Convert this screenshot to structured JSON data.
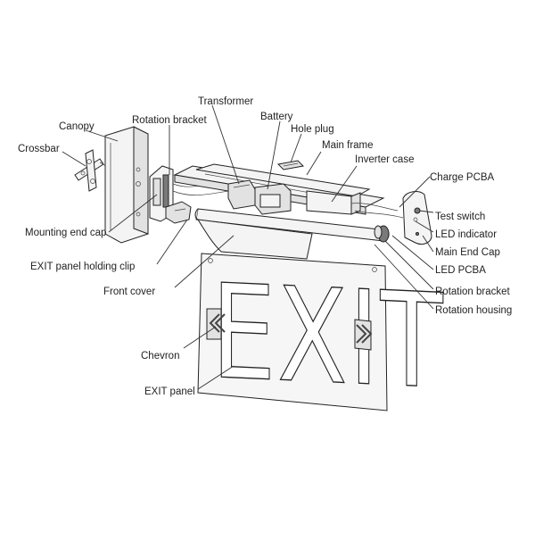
{
  "labels": {
    "transformer": "Transformer",
    "battery": "Battery",
    "canopy": "Canopy",
    "rotation_bracket_left": "Rotation bracket",
    "hole_plug": "Hole plug",
    "crossbar": "Crossbar",
    "main_frame": "Main frame",
    "inverter_case": "Inverter case",
    "charge_pcba": "Charge PCBA",
    "test_switch": "Test switch",
    "mounting_end_cap": "Mounting end cap",
    "led_indicator": "LED indicator",
    "main_end_cap": "Main End Cap",
    "exit_panel_holding_clip": "EXIT panel holding clip",
    "led_pcba": "LED PCBA",
    "rotation_bracket_right": "Rotation bracket",
    "front_cover": "Front cover",
    "rotation_housing": "Rotation housing",
    "chevron": "Chevron",
    "exit_panel": "EXIT panel"
  },
  "sign_text": "EXIT",
  "colors": {
    "line": "#333333",
    "panel_fill": "#f6f6f6",
    "letter_fill": "#ffffff"
  }
}
